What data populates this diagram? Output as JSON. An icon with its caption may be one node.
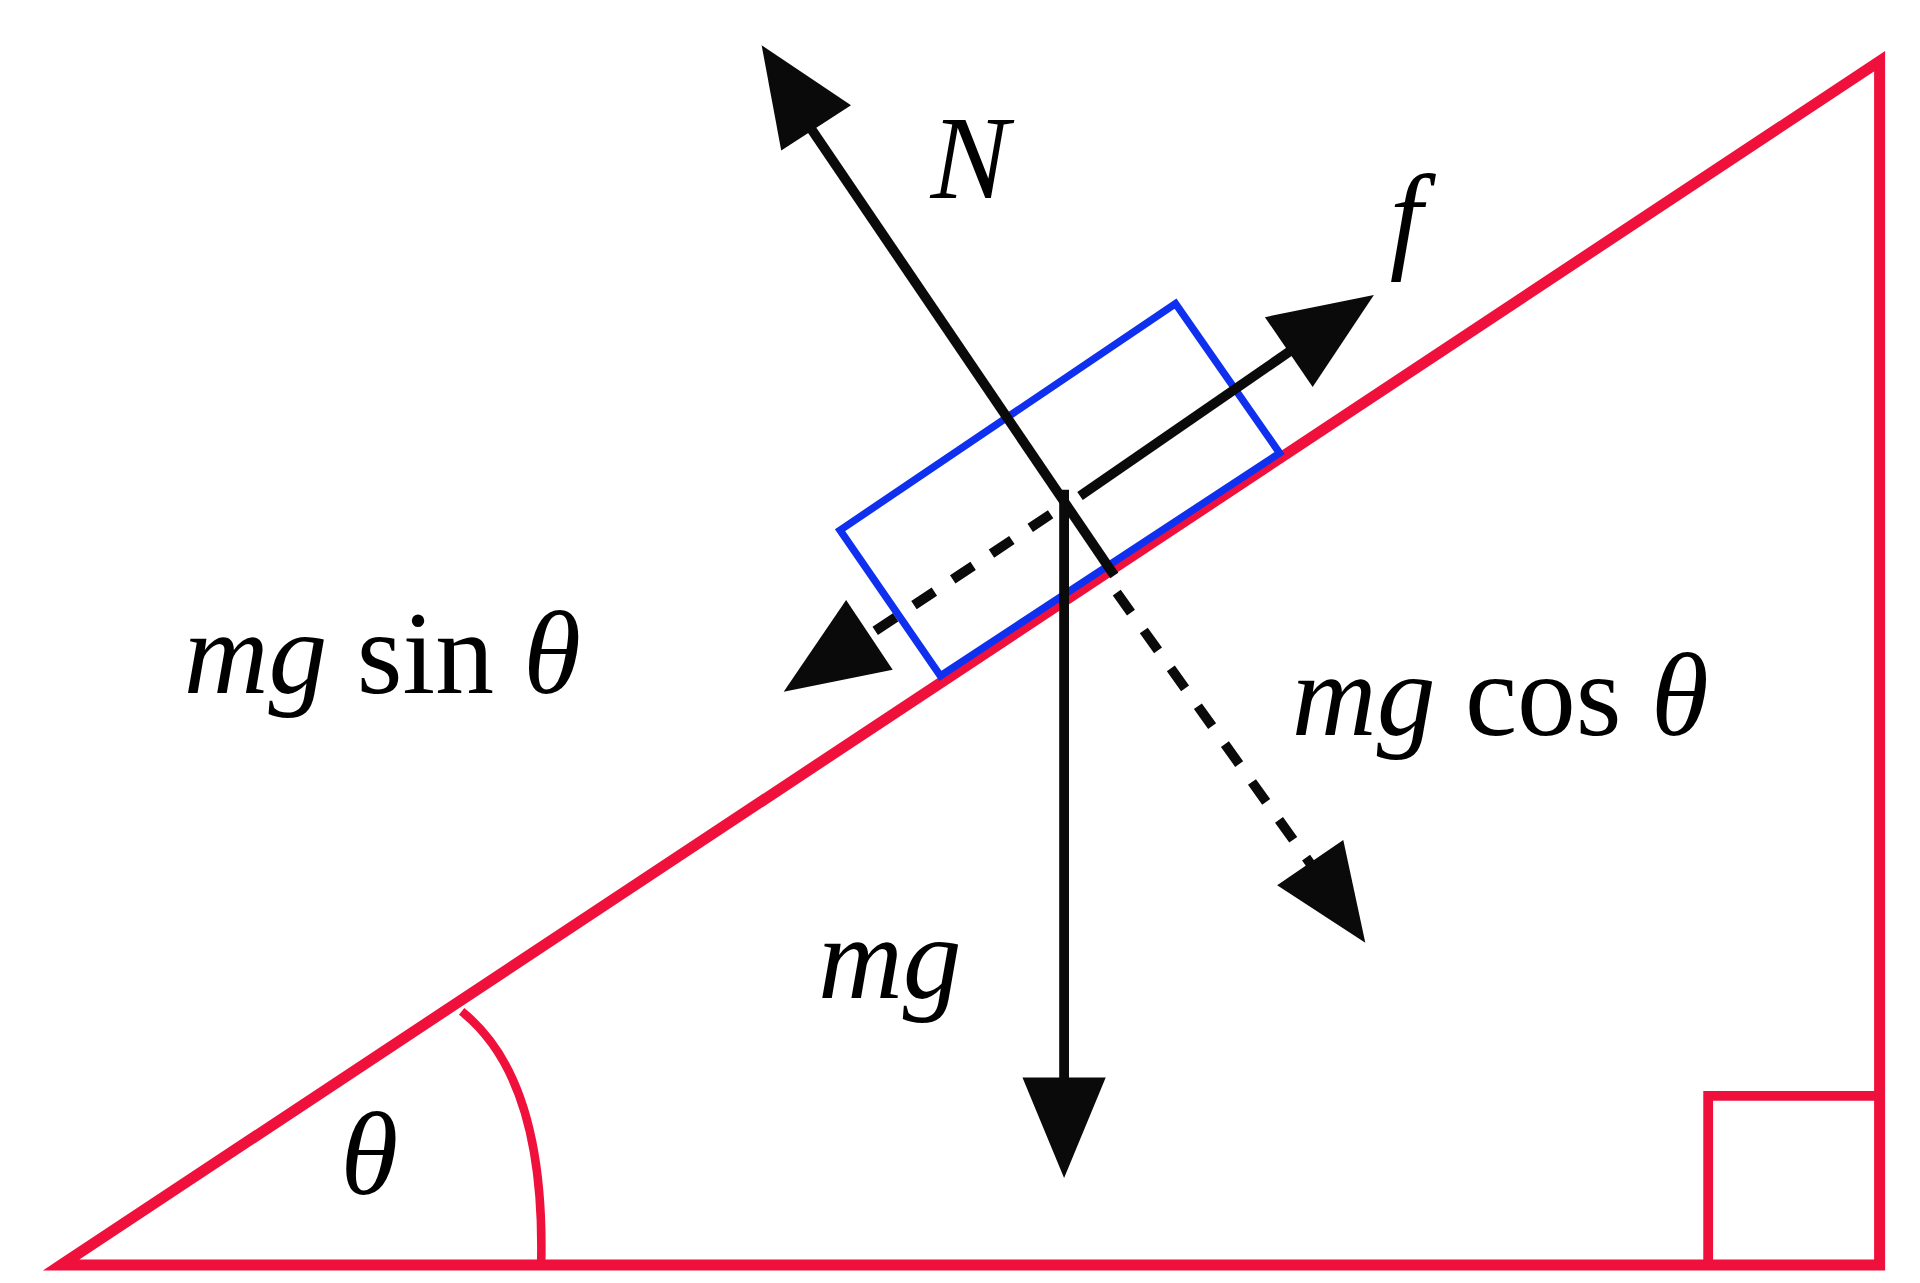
{
  "diagram": {
    "nodes": [
      {
        "text": [],
        "shape": "box"
      }
    ],
    "labels": [
      "N",
      "f",
      "*mg* sin *θ*",
      "*mg* cos *θ*",
      "mg",
      "θ"
    ]
  }
}
